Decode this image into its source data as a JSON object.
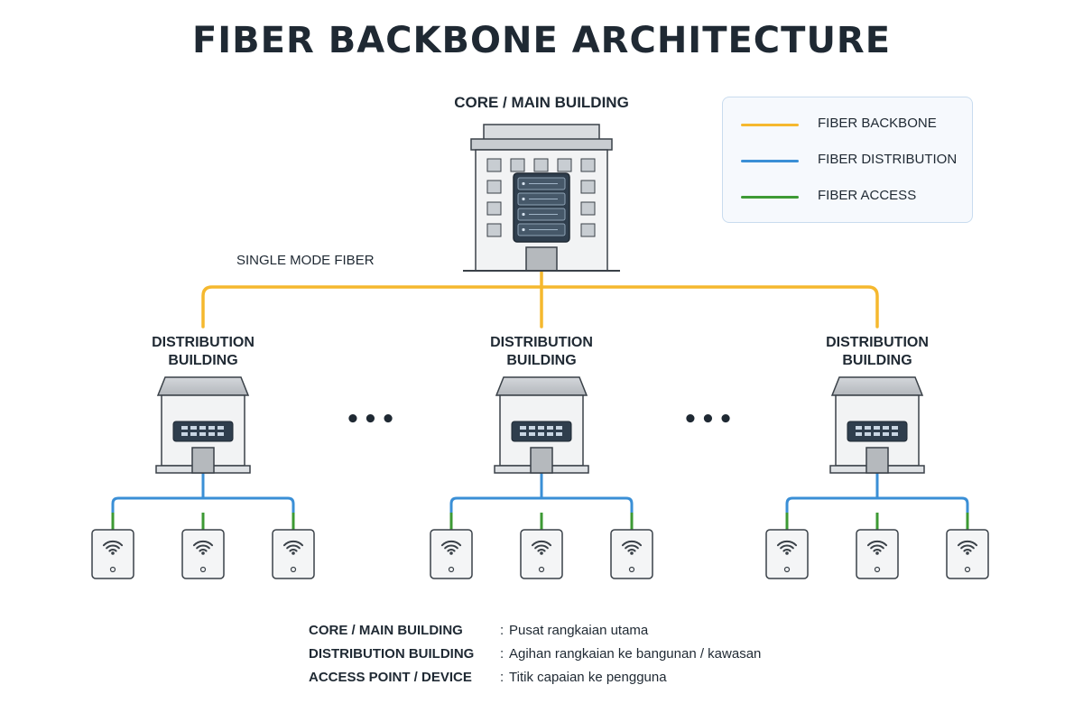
{
  "title": "FIBER BACKBONE ARCHITECTURE",
  "core": {
    "label": "CORE / MAIN BUILDING"
  },
  "backbone_note": "SINGLE MODE FIBER",
  "distribution_buildings": [
    {
      "label_line1": "DISTRIBUTION",
      "label_line2": "BUILDING"
    },
    {
      "label_line1": "DISTRIBUTION",
      "label_line2": "BUILDING"
    },
    {
      "label_line1": "DISTRIBUTION",
      "label_line2": "BUILDING"
    }
  ],
  "legend": [
    {
      "label": "FIBER BACKBONE",
      "color": "#f5b82e"
    },
    {
      "label": "FIBER DISTRIBUTION",
      "color": "#3a8fd6"
    },
    {
      "label": "FIBER ACCESS",
      "color": "#3d9a34"
    }
  ],
  "access_points_per_building": 3,
  "ellipsis_glyph": "•••",
  "definitions": [
    {
      "term": "CORE / MAIN BUILDING",
      "colon": ":",
      "description": "Pusat rangkaian utama"
    },
    {
      "term": "DISTRIBUTION BUILDING",
      "colon": ":",
      "description": "Agihan rangkaian ke bangunan / kawasan"
    },
    {
      "term": "ACCESS POINT / DEVICE",
      "colon": ":",
      "description": "Titik capaian ke pengguna"
    }
  ],
  "icons": {
    "core_building": "office-building-icon",
    "server_rack": "server-rack-icon",
    "distribution_building": "small-building-icon",
    "patch_panel": "patch-panel-icon",
    "access_point": "wifi-access-point-icon"
  }
}
